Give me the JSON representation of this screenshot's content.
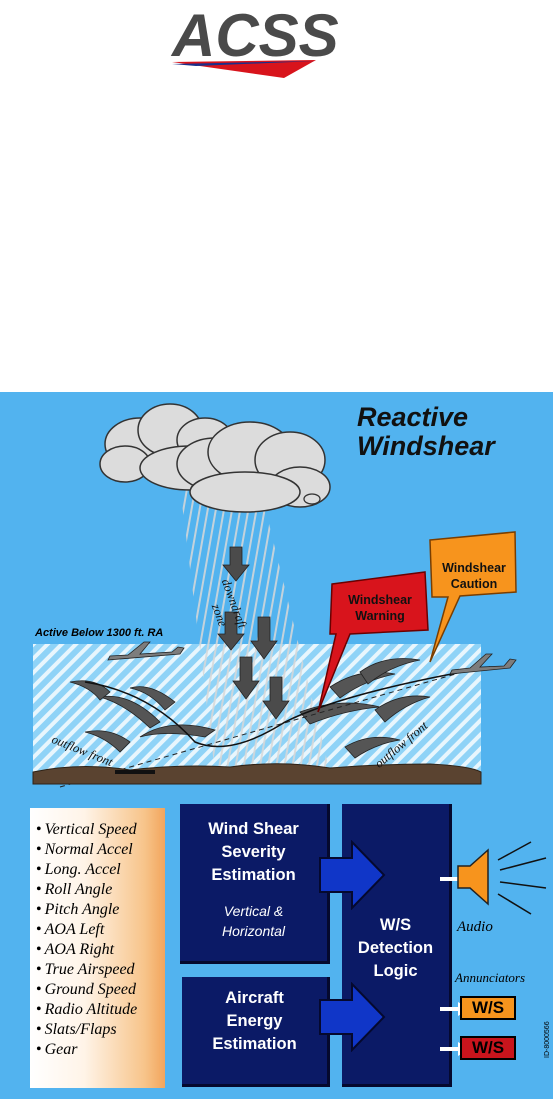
{
  "logo": {
    "text": "ACSS"
  },
  "title": {
    "line1": "Reactive",
    "line2": "Windshear"
  },
  "scene": {
    "active_label": "Active Below 1300 ft. RA",
    "downdraft_label_1": "downdraft",
    "downdraft_label_2": "zone",
    "outflow_left": "outflow front",
    "outflow_right": "outflow front"
  },
  "alerts": {
    "warning": {
      "line1": "Windshear",
      "line2": "Warning",
      "color": "#d8141c"
    },
    "caution": {
      "line1": "Windshear",
      "line2": "Caution",
      "color": "#f7941d"
    }
  },
  "sensors": [
    "Vertical Speed",
    "Normal Accel",
    "Long. Accel",
    "Roll Angle",
    "Pitch Angle",
    "AOA Left",
    "AOA Right",
    "True Airspeed",
    "Ground Speed",
    "Radio Altitude",
    "Slats/Flaps",
    "Gear"
  ],
  "blocks": {
    "severity": {
      "line1": "Wind Shear",
      "line2": "Severity",
      "line3": "Estimation",
      "sub1": "Vertical &",
      "sub2": "Horizontal"
    },
    "energy": {
      "line1": "Aircraft",
      "line2": "Energy",
      "line3": "Estimation"
    },
    "logic": {
      "line1": "W/S",
      "line2": "Detection",
      "line3": "Logic"
    }
  },
  "outputs": {
    "audio_label": "Audio",
    "annunciators_label": "Annunciators",
    "caution_lamp": {
      "text": "W/S",
      "color": "#f7941d"
    },
    "warning_lamp": {
      "text": "W/S",
      "color": "#c8141c"
    }
  },
  "doc_id": "ID-8000566",
  "colors": {
    "panel": "#52b3ef",
    "block": "#0b1a66",
    "arrow": "#1036c8"
  }
}
